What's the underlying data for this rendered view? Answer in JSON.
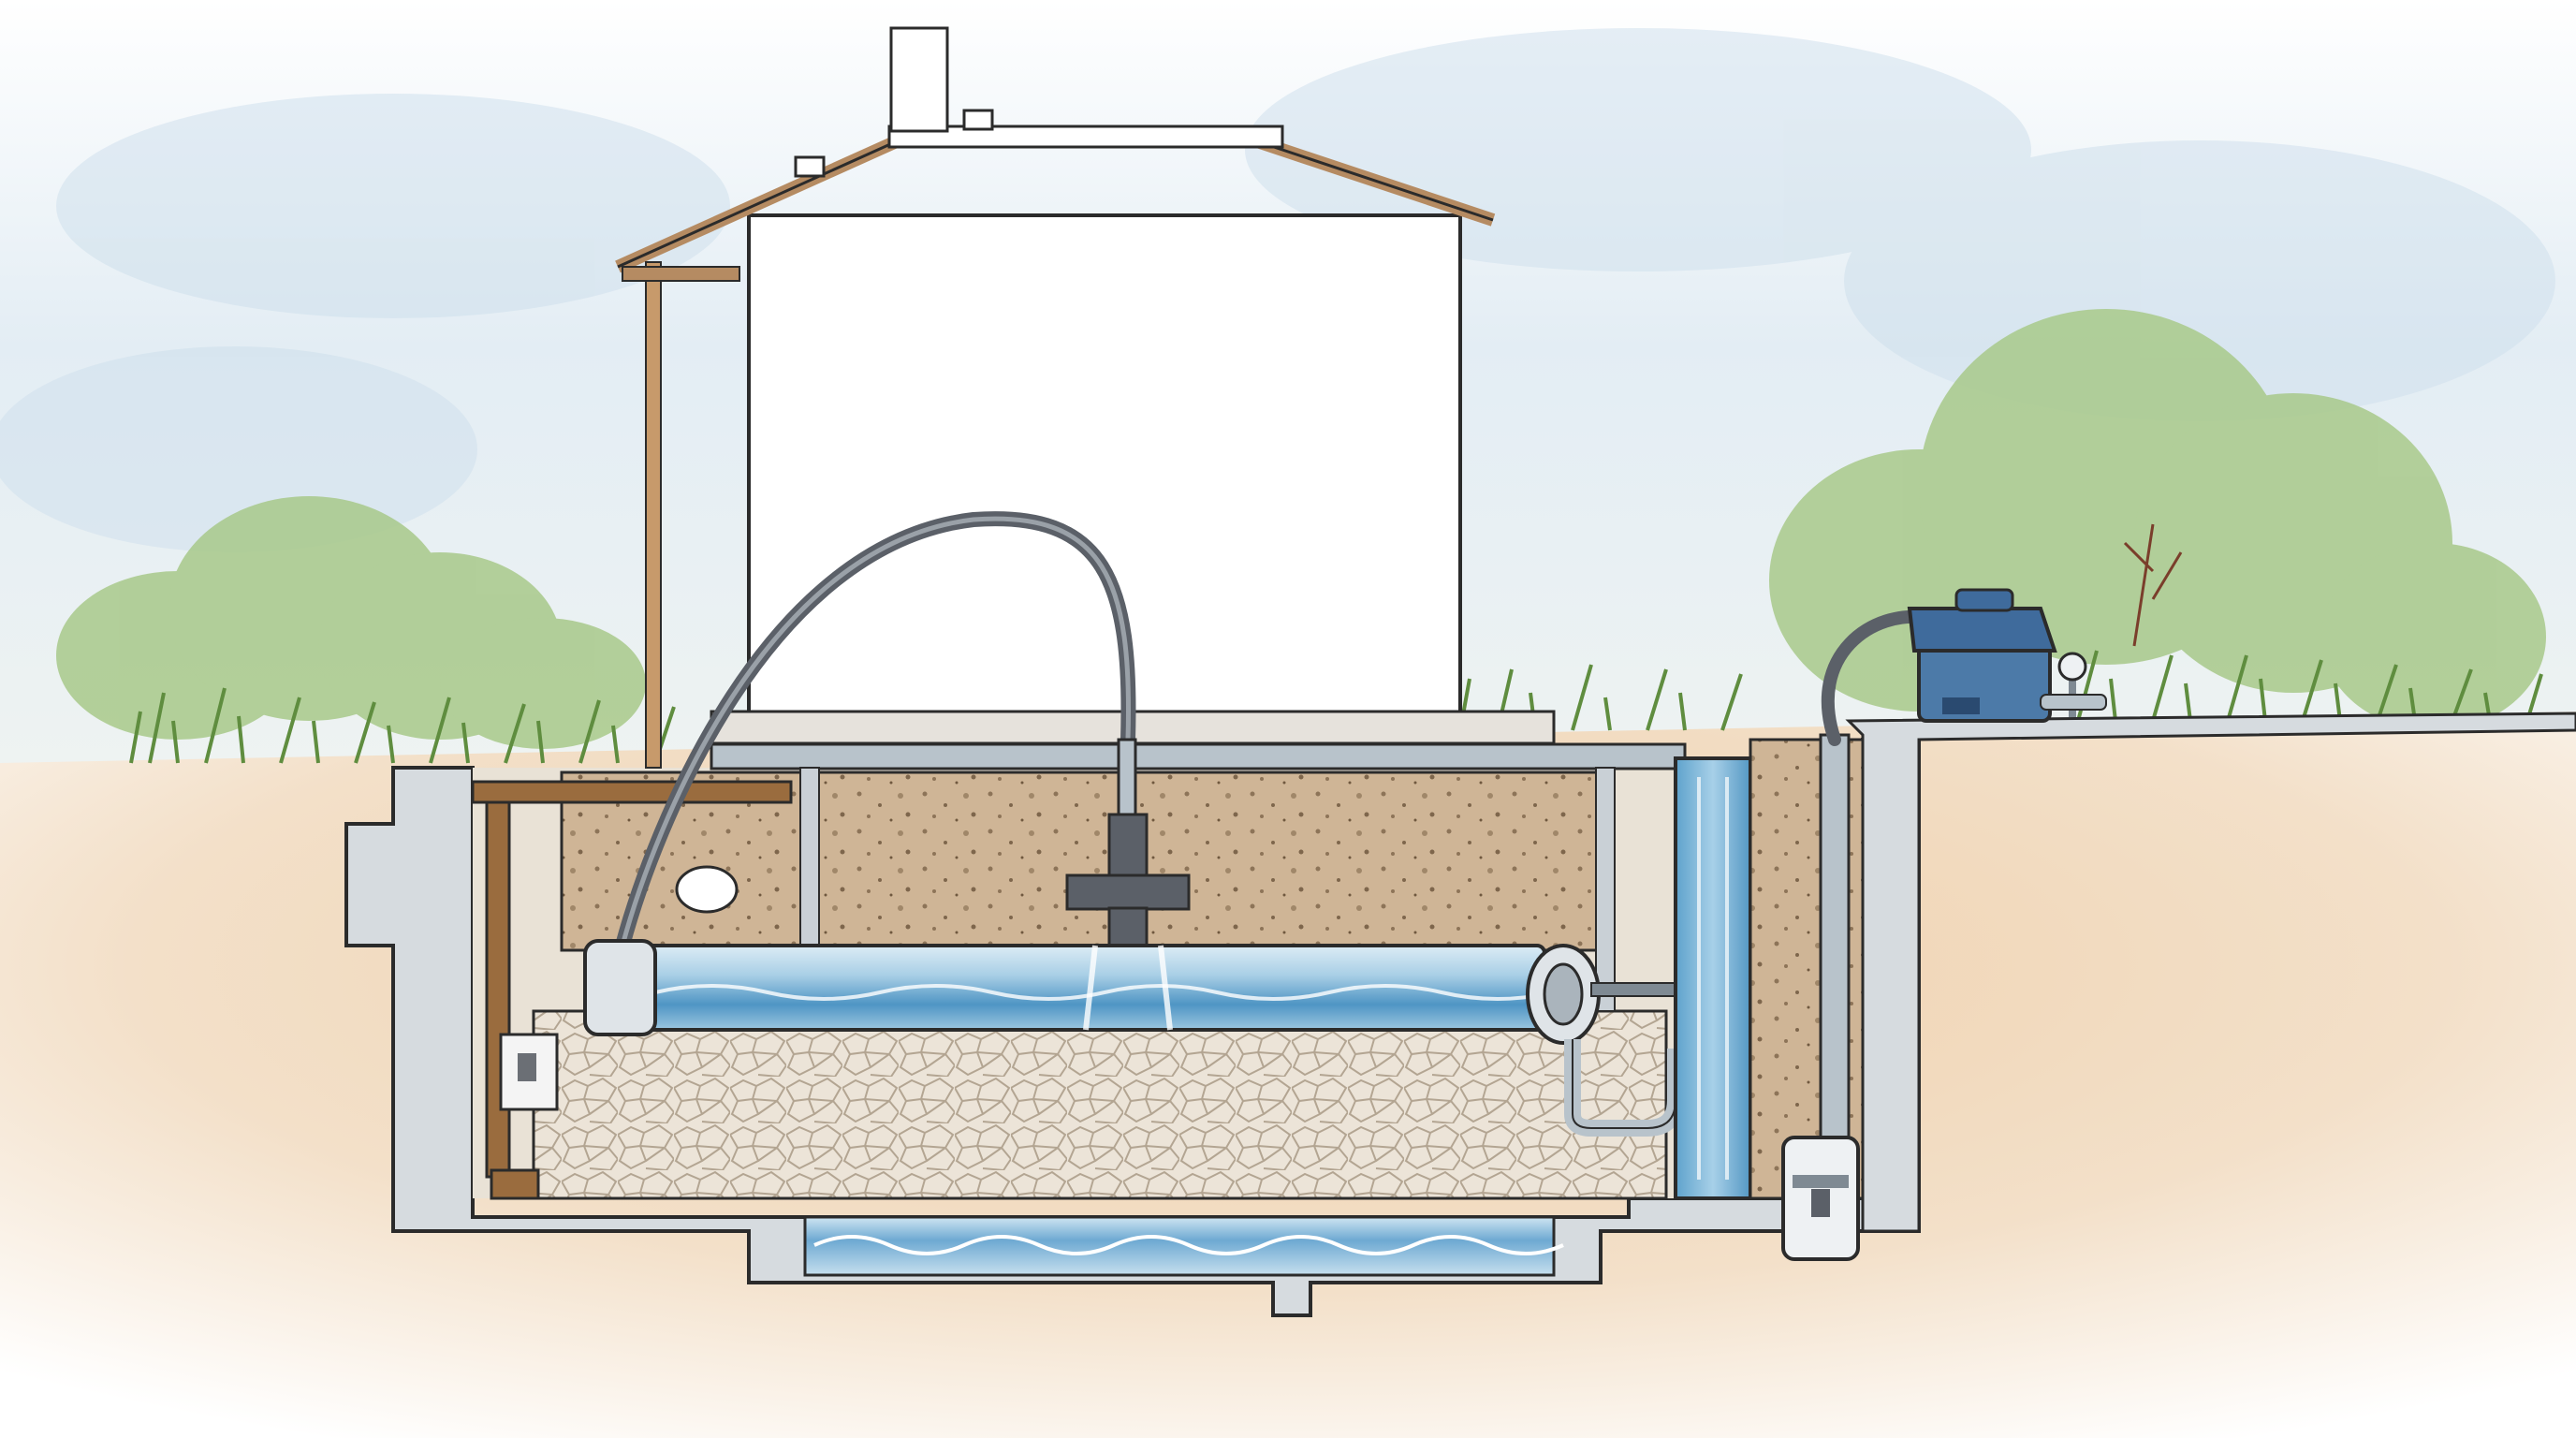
{
  "illustration": {
    "kind": "underground water system cutaway",
    "labels": []
  },
  "palette": {
    "sky": "#dbe8f1",
    "cloud": "#ffffff",
    "bush": "#9cc37f",
    "bush_dark": "#6f9d58",
    "grass": "#5f8d3f",
    "soil": "#f2dfc7",
    "soil_dark": "#e7c9a4",
    "trench_soil": "#cdb69a",
    "gravel": "#ebe2d5",
    "gravel_line": "#b9ab98",
    "concrete": "#d4d8dc",
    "outline": "#2b2b2b",
    "house_wall": "#ffffff",
    "roof_trim": "#b58b62",
    "water": "#7db7d8",
    "water_dark": "#3f88b8",
    "pipe_grey": "#b8c3cb",
    "hose": "#5b6068",
    "pump_blue": "#3f6b9c",
    "wood": "#9a6c3e"
  },
  "parts": [
    "house",
    "roof",
    "chimney",
    "porch-post",
    "ground-surface",
    "grass",
    "bushes",
    "foundation-wall",
    "pipe-chamber",
    "soil-fill",
    "gravel-bed",
    "horizontal-water-pipe",
    "t-valve",
    "flexible-hose",
    "vertical-water-column",
    "discharge-pipe",
    "outlet-fitting",
    "submersible-pump",
    "surface-pump",
    "pressure-gauge",
    "reservoir",
    "electrical-box",
    "wooden-frame"
  ]
}
